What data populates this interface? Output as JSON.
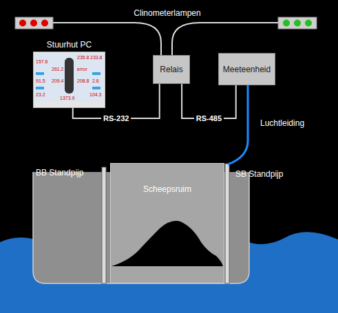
{
  "diagram": {
    "nodes": [
      {
        "text": [
          "Stuurhut PC"
        ]
      },
      {
        "text": [
          "Relais"
        ]
      },
      {
        "text": [
          "Meeteenheid"
        ]
      },
      {
        "text": [
          "Scheepsruim"
        ]
      }
    ],
    "edges": [
      {
        "from": 0,
        "to": 1,
        "label": "RS-232",
        "arrow": "none"
      },
      {
        "from": 1,
        "to": 2,
        "label": "RS-485",
        "arrow": "none"
      }
    ],
    "labels": [
      "Clinometerlampen",
      "Luchtleiding",
      "BB Standpijp",
      "SB Standpijp",
      "157.6",
      "235.8",
      "233.8",
      "261.2",
      "error",
      "91.5",
      "209.4",
      "208.8",
      "2.6",
      "23.2",
      "1373.9",
      "104.3"
    ]
  }
}
